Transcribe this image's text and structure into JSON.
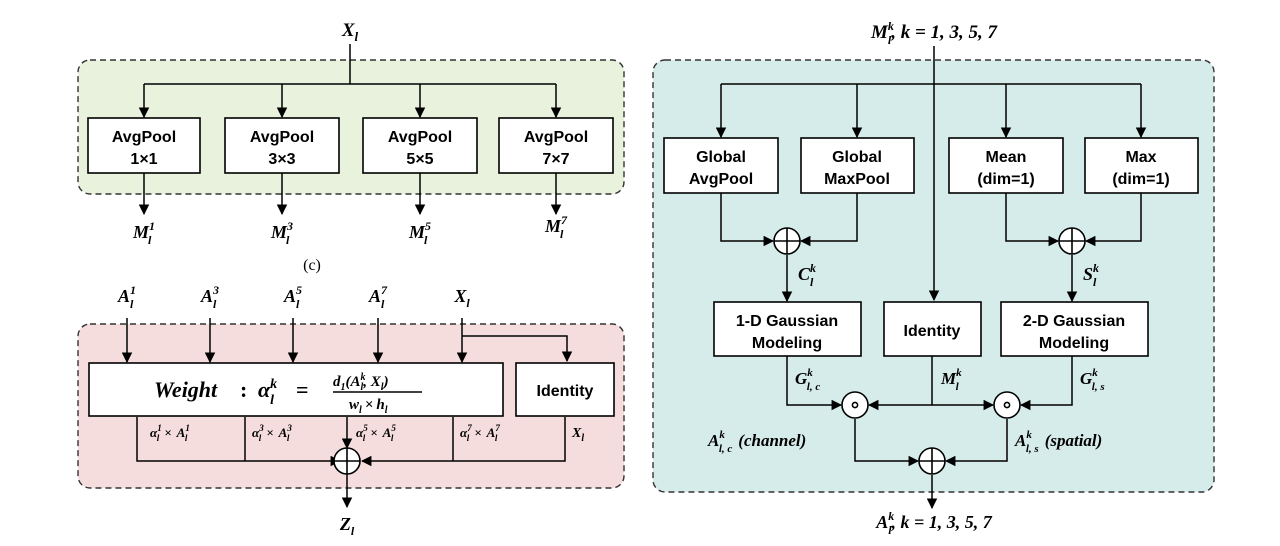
{
  "colors": {
    "pyramid_region": "#e8f2dc",
    "weight_region": "#f6dddd",
    "gaussian_region": "#d6ecea",
    "stroke": "#000000"
  },
  "panel_c": {
    "caption": "(c)",
    "input": "X",
    "input_sub": "l",
    "pools": [
      {
        "line1": "AvgPool",
        "line2": "1×1",
        "out": "M",
        "sup": "1",
        "sub": "l"
      },
      {
        "line1": "AvgPool",
        "line2": "3×3",
        "out": "M",
        "sup": "3",
        "sub": "l"
      },
      {
        "line1": "AvgPool",
        "line2": "5×5",
        "out": "M",
        "sup": "5",
        "sub": "l"
      },
      {
        "line1": "AvgPool",
        "line2": "7×7",
        "out": "M",
        "sup": "7",
        "sub": "l"
      }
    ]
  },
  "panel_weight": {
    "inputs": [
      {
        "base": "A",
        "sup": "1",
        "sub": "l"
      },
      {
        "base": "A",
        "sup": "3",
        "sub": "l"
      },
      {
        "base": "A",
        "sup": "5",
        "sub": "l"
      },
      {
        "base": "A",
        "sup": "7",
        "sub": "l"
      },
      {
        "base": "X",
        "sup": "",
        "sub": "l"
      }
    ],
    "weight_word": "Weight",
    "alpha": "α",
    "alpha_sup": "k",
    "alpha_sub": "l",
    "numerator": "d",
    "numerator_sub": "1",
    "numerator_args": "(A",
    "numerator_args_sup": "k",
    "numerator_args_sub": "l",
    "numerator_tail": ", X",
    "numerator_tail_sub": "l",
    "close_paren": ")",
    "denominator_w": "w",
    "denominator_h": "h",
    "denominator_sub": "l",
    "times": "×",
    "identity": "Identity",
    "terms": [
      {
        "a": "α",
        "sup": "1",
        "sub": "l",
        "x": "A",
        "xsup": "1",
        "xsub": "l"
      },
      {
        "a": "α",
        "sup": "3",
        "sub": "l",
        "x": "A",
        "xsup": "3",
        "xsub": "l"
      },
      {
        "a": "α",
        "sup": "5",
        "sub": "l",
        "x": "A",
        "xsup": "5",
        "xsub": "l"
      },
      {
        "a": "α",
        "sup": "7",
        "sub": "l",
        "x": "A",
        "xsup": "7",
        "xsub": "l"
      }
    ],
    "x_term": "X",
    "x_term_sub": "l",
    "output": "Z",
    "output_sub": "l"
  },
  "panel_right": {
    "input": "M",
    "input_sup": "k",
    "input_sub": "l",
    "k_values": ", k = 1, 3, 5, 7",
    "boxes": {
      "global_avgpool": [
        "Global",
        "AvgPool"
      ],
      "global_maxpool": [
        "Global",
        "MaxPool"
      ],
      "mean": [
        "Mean",
        "(dim=1)"
      ],
      "max": [
        "Max",
        "(dim=1)"
      ],
      "gauss_1d": [
        "1-D Gaussian",
        "Modeling"
      ],
      "identity": [
        "Identity"
      ],
      "gauss_2d": [
        "2-D Gaussian",
        "Modeling"
      ]
    },
    "c_label": {
      "base": "C",
      "sup": "k",
      "sub": "l"
    },
    "s_label": {
      "base": "S",
      "sup": "k",
      "sub": "l"
    },
    "g_c_label": {
      "base": "G",
      "sup": "k",
      "sub": "l, c"
    },
    "g_s_label": {
      "base": "G",
      "sup": "k",
      "sub": "l, s"
    },
    "m_label": {
      "base": "M",
      "sup": "k",
      "sub": "l"
    },
    "a_c_label": {
      "base": "A",
      "sup": "k",
      "sub": "l, c",
      "tail": "(channel)"
    },
    "a_s_label": {
      "base": "A",
      "sup": "k",
      "sub": "l, s",
      "tail": "(spatial)"
    },
    "output": "A",
    "output_sup": "k",
    "output_sub": "l",
    "output_k_values": ", k = 1, 3, 5, 7"
  }
}
